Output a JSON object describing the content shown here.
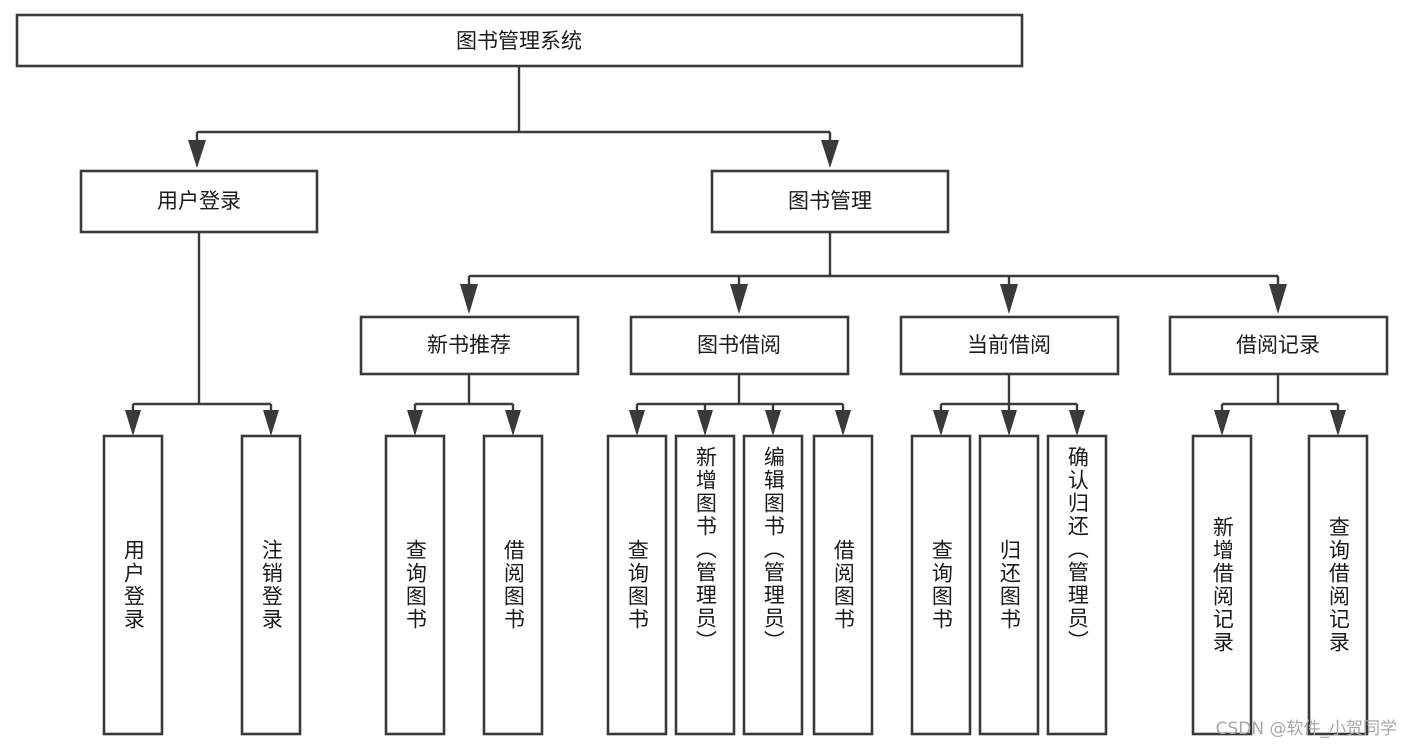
{
  "diagram": {
    "title": "图书管理系统",
    "watermark": "CSDN @软件_小贺同学",
    "type": "tree-hierarchy-chart",
    "colors": {
      "box_stroke": "#3a3a3a",
      "box_fill": "#ffffff",
      "connector": "#3a3a3a",
      "text": "#1b1b1b",
      "watermark": "#a8a8a8",
      "background": "#ffffff"
    },
    "root": {
      "label": "图书管理系统"
    },
    "level1": [
      {
        "label": "用户登录"
      },
      {
        "label": "图书管理"
      }
    ],
    "level2": [
      {
        "label": "新书推荐"
      },
      {
        "label": "图书借阅"
      },
      {
        "label": "当前借阅"
      },
      {
        "label": "借阅记录"
      }
    ],
    "leaves": {
      "user_login": [
        {
          "label": "用户登录"
        },
        {
          "label": "注销登录"
        }
      ],
      "new_book_recommend": [
        {
          "label": "查询图书"
        },
        {
          "label": "借阅图书"
        }
      ],
      "book_borrow": [
        {
          "label": "查询图书"
        },
        {
          "label": "新增图书（管理员）"
        },
        {
          "label": "编辑图书（管理员）"
        },
        {
          "label": "借阅图书"
        }
      ],
      "current_borrow": [
        {
          "label": "查询图书"
        },
        {
          "label": "归还图书"
        },
        {
          "label": "确认归还（管理员）"
        }
      ],
      "borrow_record": [
        {
          "label": "新增借阅记录"
        },
        {
          "label": "查询借阅记录"
        }
      ]
    }
  }
}
